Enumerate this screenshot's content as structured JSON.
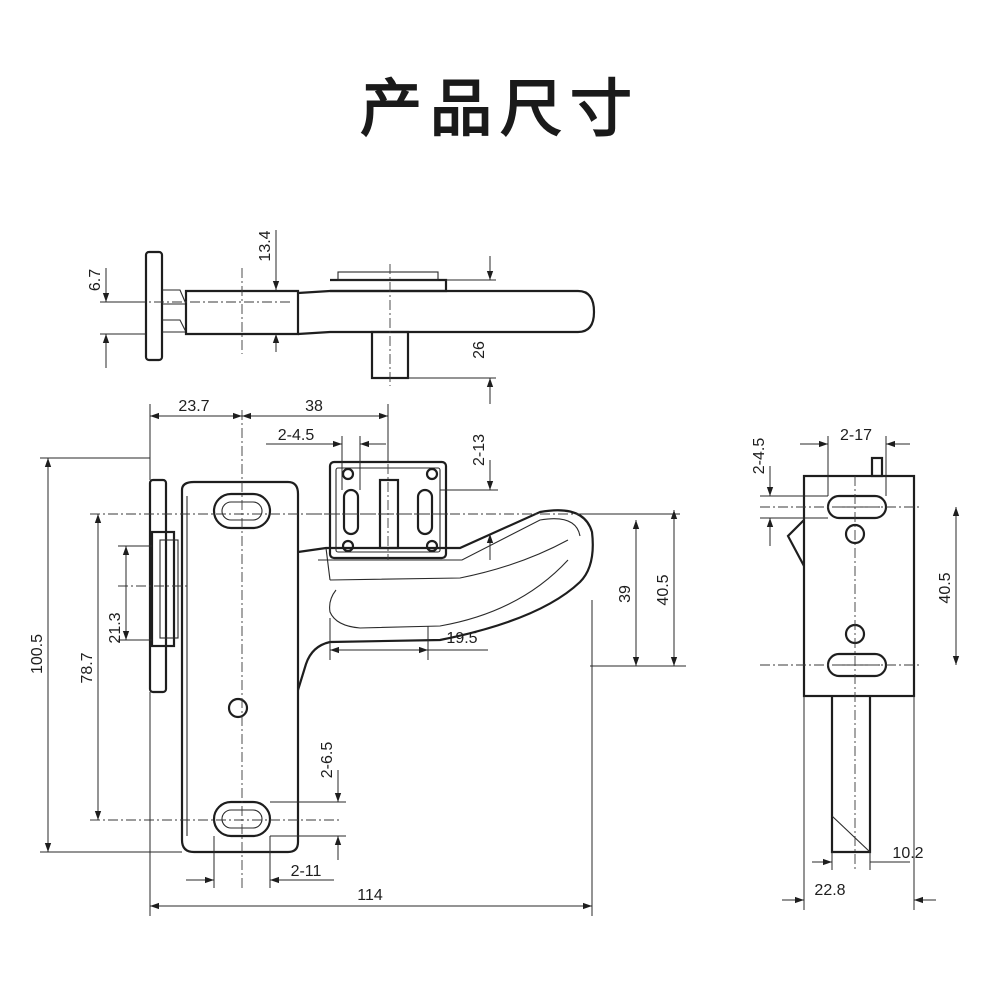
{
  "title": "产品尺寸",
  "dimensions": {
    "top_view": {
      "d6_7": "6.7",
      "d13_4": "13.4",
      "d26": "26"
    },
    "front_view": {
      "d23_7": "23.7",
      "d38": "38",
      "d2_4_5": "2-4.5",
      "d2_13": "2-13",
      "d100_5": "100.5",
      "d78_7": "78.7",
      "d21_3": "21.3",
      "d39": "39",
      "d40_5": "40.5",
      "d19_5": "19.5",
      "d2_6_5": "2-6.5",
      "d2_11": "2-11",
      "d114": "114"
    },
    "side_view": {
      "d2_4_5": "2-4.5",
      "d2_17": "2-17",
      "d40_5": "40.5",
      "d10_2": "10.2",
      "d22_8": "22.8"
    }
  }
}
